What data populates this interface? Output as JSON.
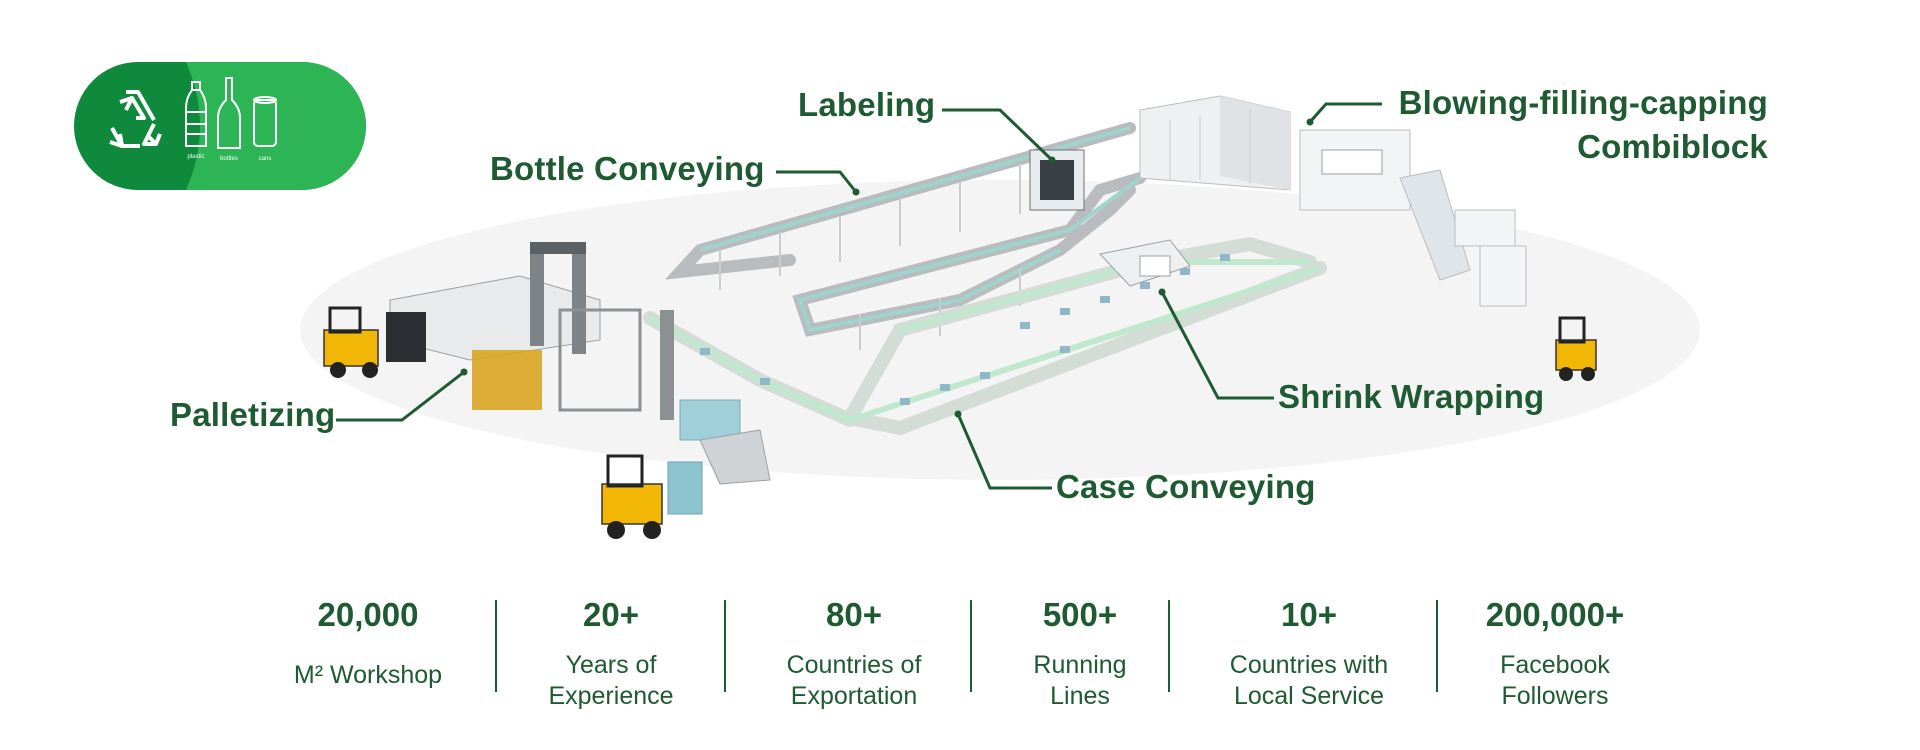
{
  "badge": {
    "recycle_icon": "recycle-icon",
    "items": [
      {
        "icon": "plastic-bottle-icon",
        "label": "plastic"
      },
      {
        "icon": "glass-bottle-icon",
        "label": "bottles"
      },
      {
        "icon": "can-icon",
        "label": "cans"
      }
    ],
    "colors": {
      "dark": "#0f8a3c",
      "light": "#2cb455"
    }
  },
  "callouts": {
    "labeling": "Labeling",
    "bottle_conveying": "Bottle Conveying",
    "combiblock_line1": "Blowing-filling-capping",
    "combiblock_line2": "Combiblock",
    "palletizing": "Palletizing",
    "shrink_wrapping": "Shrink Wrapping",
    "case_conveying": "Case Conveying"
  },
  "stats": [
    {
      "value": "20,000",
      "label_line1": "M² Workshop",
      "label_line2": ""
    },
    {
      "value": "20+",
      "label_line1": "Years of",
      "label_line2": "Experience"
    },
    {
      "value": "80+",
      "label_line1": "Countries of",
      "label_line2": "Exportation"
    },
    {
      "value": "500+",
      "label_line1": "Running",
      "label_line2": "Lines"
    },
    {
      "value": "10+",
      "label_line1": "Countries with",
      "label_line2": "Local Service"
    },
    {
      "value": "200,000+",
      "label_line1": "Facebook",
      "label_line2": "Followers"
    }
  ],
  "colors": {
    "brand_green": "#1e5a32",
    "accent_green": "#2cb455",
    "forklift_yellow": "#f2b705"
  }
}
